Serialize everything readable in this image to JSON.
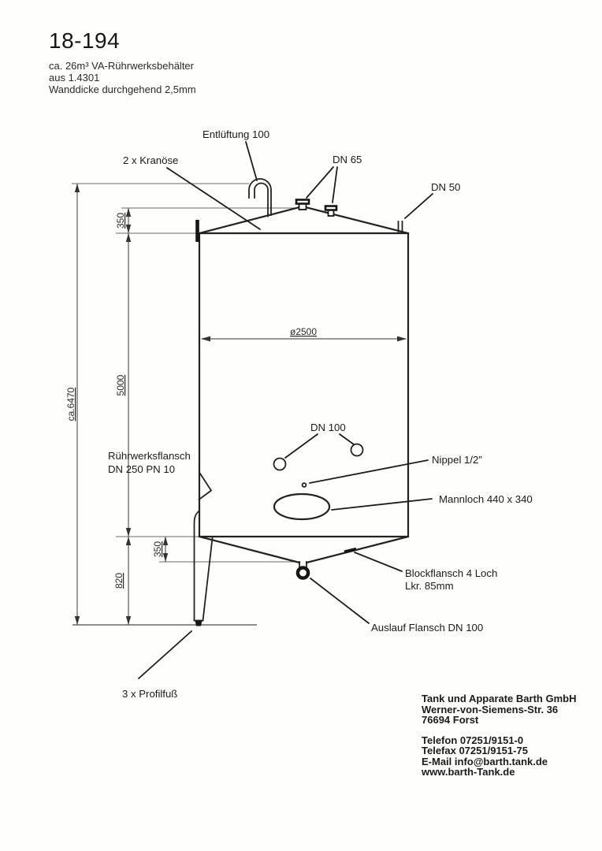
{
  "header": {
    "drawing_number": "18-194",
    "spec_lines": [
      "ca. 26m³ VA-Rührwerksbehälter",
      "aus 1.4301",
      "Wanddicke durchgehend 2,5mm"
    ]
  },
  "labels": {
    "vent": "Entlüftung 100",
    "crane_eyes": "2 x Kranöse",
    "dn65": "DN 65",
    "dn50": "DN 50",
    "dn100": "DN 100",
    "agitator_flange": [
      "Rührwerksflansch",
      "DN 250 PN 10"
    ],
    "nipple": "Nippel 1/2”",
    "manhole": "Mannloch 440 x 340",
    "block_flange": [
      "Blockflansch 4 Loch",
      "Lkr. 85mm"
    ],
    "outlet_flange": "Auslauf Flansch DN 100",
    "feet": "3 x Profilfuß"
  },
  "dimensions": {
    "diameter": "ø2500",
    "overall_height": "ca.6470",
    "roof_height": "350",
    "shell_height": "5000",
    "cone_height": "350",
    "leg_height": "820"
  },
  "company": {
    "name": "Tank und Apparate Barth GmbH",
    "street": "Werner-von-Siemens-Str. 36",
    "city": "76694 Forst",
    "phone": "Telefon 07251/9151-0",
    "fax": "Telefax 07251/9151-75",
    "email": "E-Mail info@barth.tank.de",
    "web": "www.barth-Tank.de"
  },
  "drawing": {
    "line_color": "#222222",
    "dim_line_color": "#5c5c5c",
    "background": "#fefefd"
  }
}
